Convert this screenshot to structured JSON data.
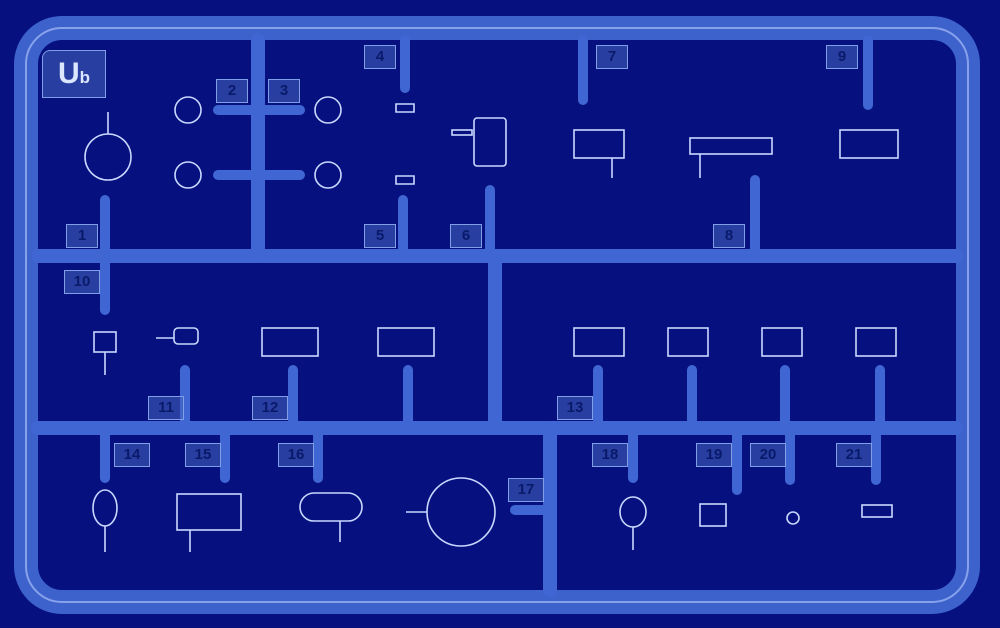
{
  "sprue": {
    "code_main": "U",
    "code_sub": "b",
    "colors": {
      "background": "#06117f",
      "runner": "#4a70d8",
      "outline": "#b9ccff",
      "tab": "#3c5cb8"
    },
    "part_numbers": [
      "1",
      "2",
      "3",
      "4",
      "5",
      "6",
      "7",
      "8",
      "9",
      "10",
      "11",
      "12",
      "13",
      "14",
      "15",
      "16",
      "17",
      "18",
      "19",
      "20",
      "21"
    ]
  }
}
